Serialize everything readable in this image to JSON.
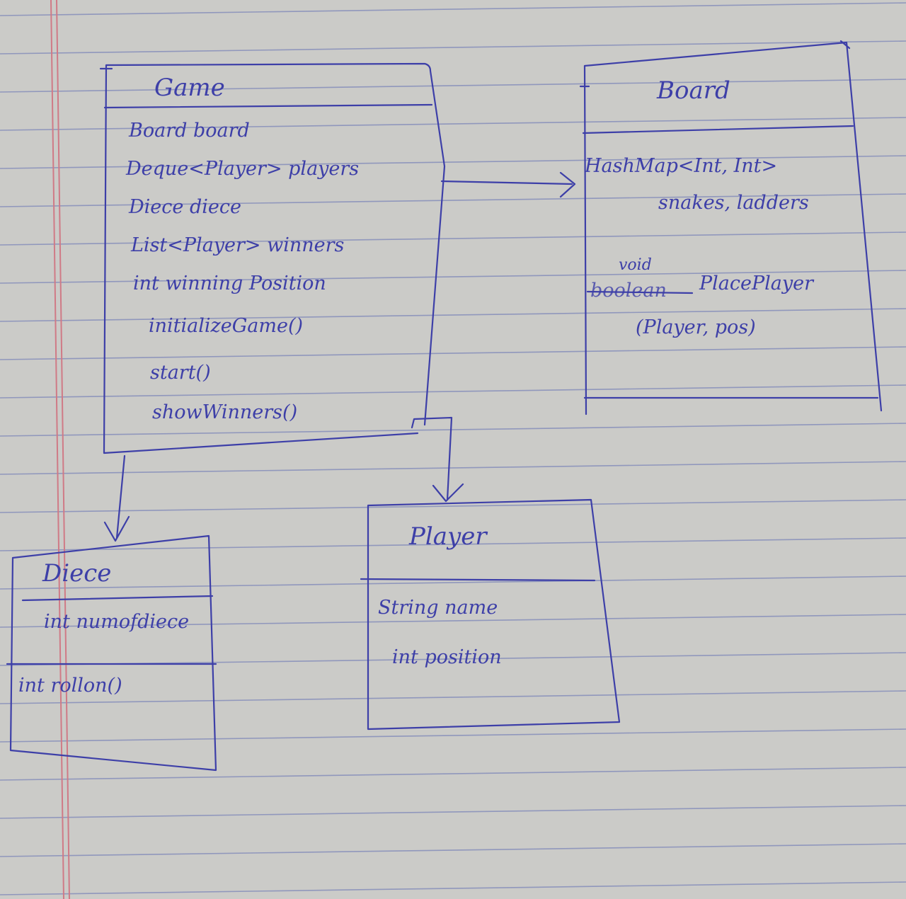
{
  "colors": {
    "paper": "#cbcbc8",
    "rule": "#7d86b8",
    "margin": "#d07a86",
    "ink": "#3d3fa8"
  },
  "classes": {
    "game": {
      "name": "Game",
      "attributes": [
        "Board board",
        "Deque<Player> players",
        "Diece diece",
        "List<Player> winners",
        "int winning Position"
      ],
      "methods": [
        "initializeGame()",
        "start()",
        "showWinners()"
      ]
    },
    "board": {
      "name": "Board",
      "attributes": [
        "HashMap<Int, Int>",
        "snakes, ladders"
      ],
      "methods": [
        "void",
        "boolean",
        "PlacePlayer",
        "(Player, pos)"
      ]
    },
    "diece": {
      "name": "Diece",
      "attributes": [
        "int numofdiece"
      ],
      "methods": [
        "int rollon()"
      ]
    },
    "player": {
      "name": "Player",
      "attributes": [
        "String name",
        "int position"
      ]
    }
  }
}
